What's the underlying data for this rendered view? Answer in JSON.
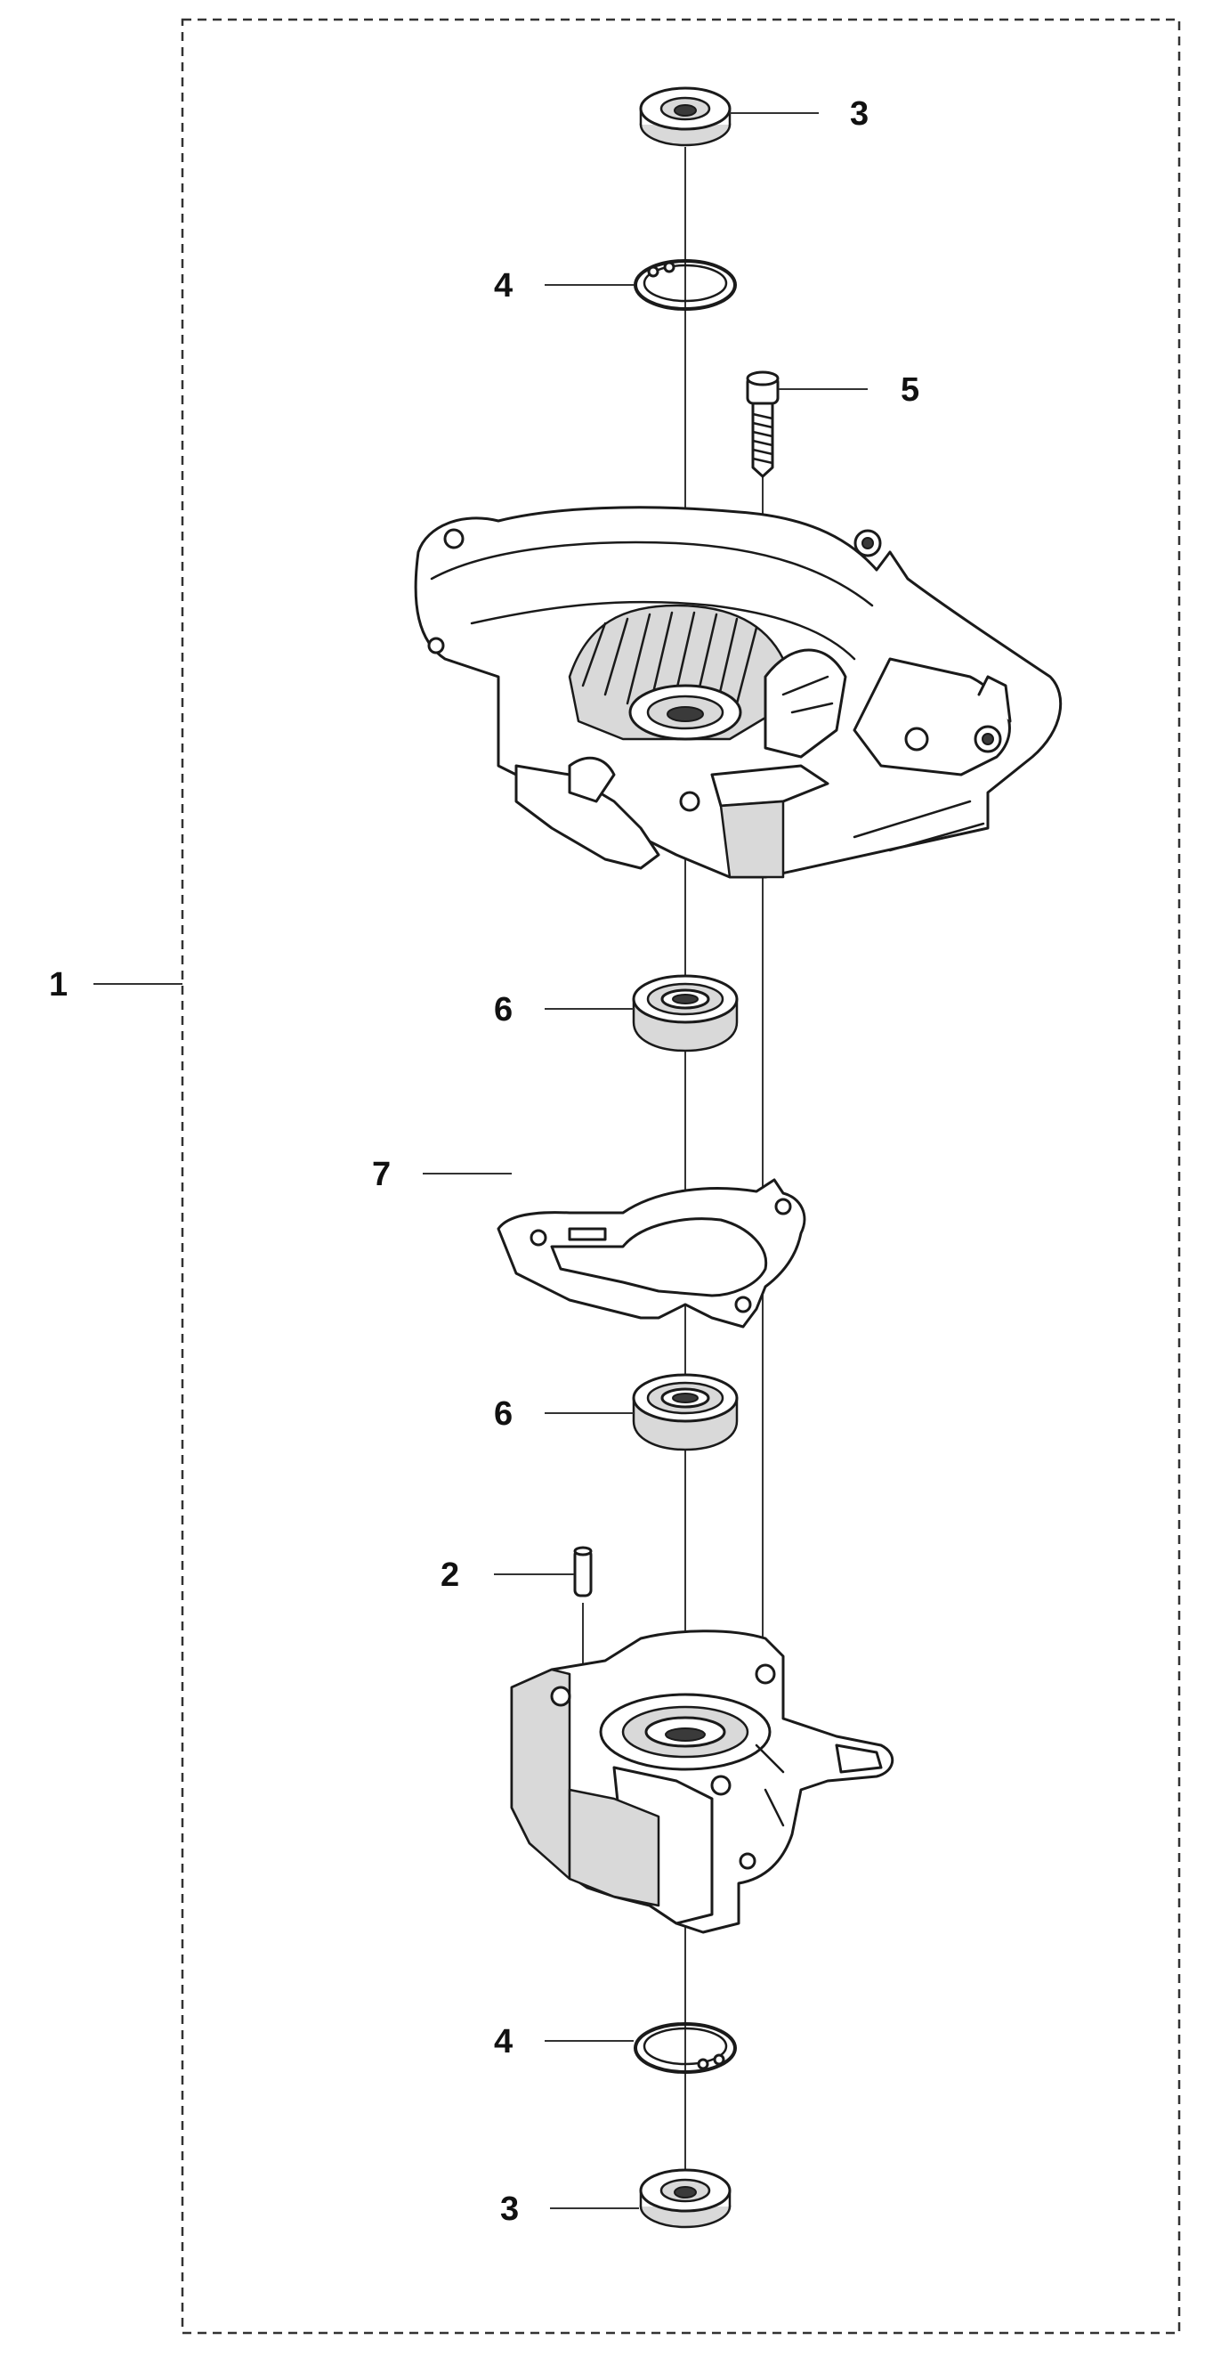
{
  "diagram": {
    "callouts": [
      {
        "id": "callout-1",
        "label": "1"
      },
      {
        "id": "callout-2",
        "label": "2"
      },
      {
        "id": "callout-3-top",
        "label": "3"
      },
      {
        "id": "callout-3-bottom",
        "label": "3"
      },
      {
        "id": "callout-4-top",
        "label": "4"
      },
      {
        "id": "callout-4-bottom",
        "label": "4"
      },
      {
        "id": "callout-5",
        "label": "5"
      },
      {
        "id": "callout-6-top",
        "label": "6"
      },
      {
        "id": "callout-6-bottom",
        "label": "6"
      },
      {
        "id": "callout-7",
        "label": "7"
      }
    ],
    "parts": [
      {
        "callout": "3",
        "icon": "oil-seal-icon"
      },
      {
        "callout": "4",
        "icon": "circlip-icon"
      },
      {
        "callout": "5",
        "icon": "screw-icon"
      },
      {
        "callout": "1",
        "icon": "crankcase-half-icon"
      },
      {
        "callout": "6",
        "icon": "ball-bearing-icon"
      },
      {
        "callout": "7",
        "icon": "gasket-icon"
      },
      {
        "callout": "2",
        "icon": "dowel-pin-icon"
      }
    ],
    "colors": {
      "line": "#1a1a1a",
      "frame": "#333333",
      "shade": "#d9d9d9",
      "background": "#ffffff"
    }
  }
}
